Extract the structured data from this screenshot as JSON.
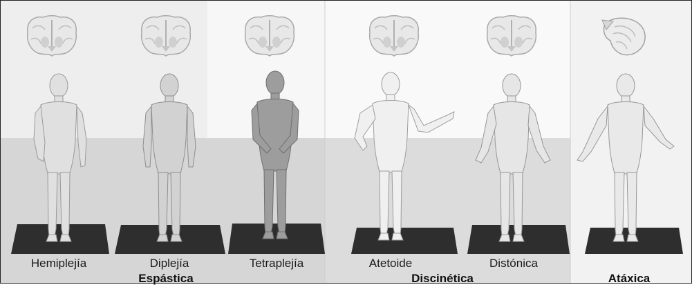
{
  "colors": {
    "wall_light": "#efefef",
    "wall_white": "#fbfbfb",
    "floor_gray": "#d8d8d8",
    "platform": "#2e2e2e",
    "skin_light": "#e6e6e6",
    "skin_mid": "#c9c9c9",
    "skin_dark": "#9b9b9b"
  },
  "subtypes": [
    {
      "label": "Hemiplejía",
      "brain_icon": "brain-coronal-section-icon"
    },
    {
      "label": "Diplejía",
      "brain_icon": "brain-coronal-section-icon"
    },
    {
      "label": "Tetraplejía",
      "brain_icon": "brain-coronal-section-icon"
    },
    {
      "label": "Atetoide",
      "brain_icon": "brain-coronal-section-icon"
    },
    {
      "label": "Distónica",
      "brain_icon": "brain-coronal-section-icon"
    },
    {
      "label": "",
      "brain_icon": "cerebellum-section-icon"
    }
  ],
  "groups": [
    {
      "label": "Espástica"
    },
    {
      "label": "Discinética"
    },
    {
      "label": "Atáxica"
    }
  ]
}
